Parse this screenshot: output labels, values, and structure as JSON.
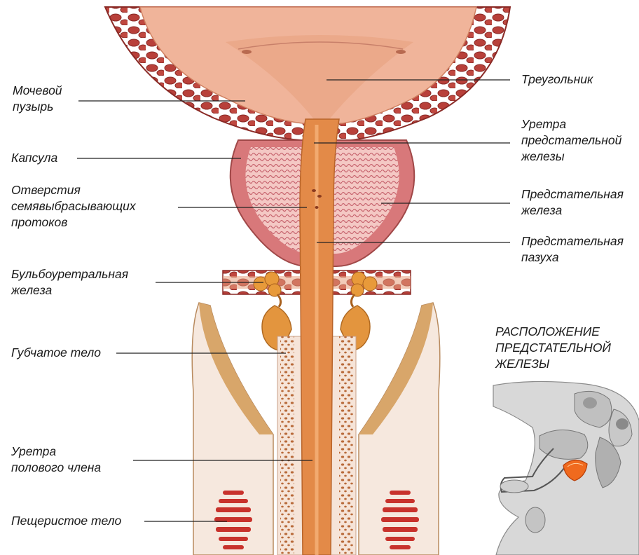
{
  "colors": {
    "tissue": "#e8a080",
    "tissue_light": "#f2c2a2",
    "muscle": "#c85a4e",
    "muscle_dark": "#a83a33",
    "urethra": "#e38a48",
    "gland": "#e89a3a",
    "erectile_red": "#c8322c",
    "corpus_tan": "#d8a66a",
    "leader_line": "#222222",
    "inset_gray": "#b8b8b8",
    "inset_highlight": "#f06a1e"
  },
  "labels": {
    "bladder": "Мочевой\nпузырь",
    "capsule": "Капсула",
    "ducts": "Отверстия\nсемявыбрасывающих\nпротоков",
    "bulbourethral": "Бульбоуретральная\nжелеза",
    "spongy": "Губчатое тело",
    "penile_urethra": "Уретра\nполового члена",
    "cavernous": "Пещеристое тело",
    "trigone": "Треугольник",
    "prostatic_urethra": "Уретра\nпредстательной\nжелезы",
    "prostate": "Предстательная\nжелеза",
    "utricle": "Предстательная\nпазуха"
  },
  "inset": {
    "title": "РАСПОЛОЖЕНИЕ\nПРЕДСТАТЕЛЬНОЙ\nЖЕЛЕЗЫ",
    "icon": "pelvis-cross-section-icon"
  }
}
